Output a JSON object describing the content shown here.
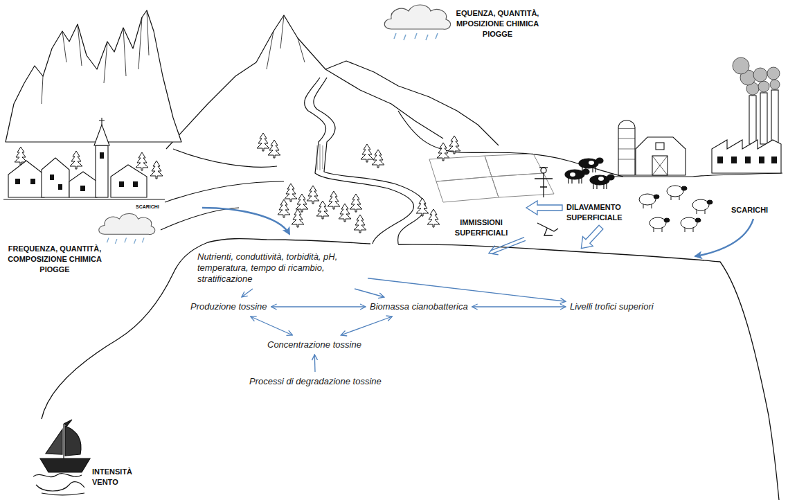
{
  "diagram": {
    "nodes": [
      {
        "text": [
          "Nutrienti, conduttività, torbidità, pH, temperatura, tempo di ricambio, stratificazione"
        ]
      },
      {
        "text": [
          "Produzione tossine"
        ]
      },
      {
        "text": [
          "Biomassa cianobatterica"
        ]
      },
      {
        "text": [
          "Livelli trofici superiori"
        ]
      },
      {
        "text": [
          "Concentrazione tossine"
        ]
      },
      {
        "text": [
          "Processi di degradazione tossine"
        ]
      }
    ],
    "edges": [
      {
        "from": 0,
        "to": 1,
        "arrow": "to"
      },
      {
        "from": 0,
        "to": 2,
        "arrow": "to"
      },
      {
        "from": 0,
        "to": 3,
        "arrow": "to"
      },
      {
        "from": 1,
        "to": 2,
        "arrow": "both"
      },
      {
        "from": 2,
        "to": 3,
        "arrow": "both"
      },
      {
        "from": 1,
        "to": 4,
        "arrow": "both"
      },
      {
        "from": 2,
        "to": 4,
        "arrow": "both"
      },
      {
        "from": 5,
        "to": 4,
        "arrow": "to"
      }
    ],
    "labels": [
      "EQUENZA, QUANTITÀ, MPOSIZIONE CHIMICA PIOGGE",
      "SCARICHI",
      "SCARICHI",
      "DILAVAMENTO SUPERFICIALE",
      "IMMISSIONI SUPERFICIALI",
      "FREQUENZA, QUANTITÀ, COMPOSIZIONE CHIMICA PIOGGE",
      "INTENSITÀ VENTO"
    ]
  }
}
